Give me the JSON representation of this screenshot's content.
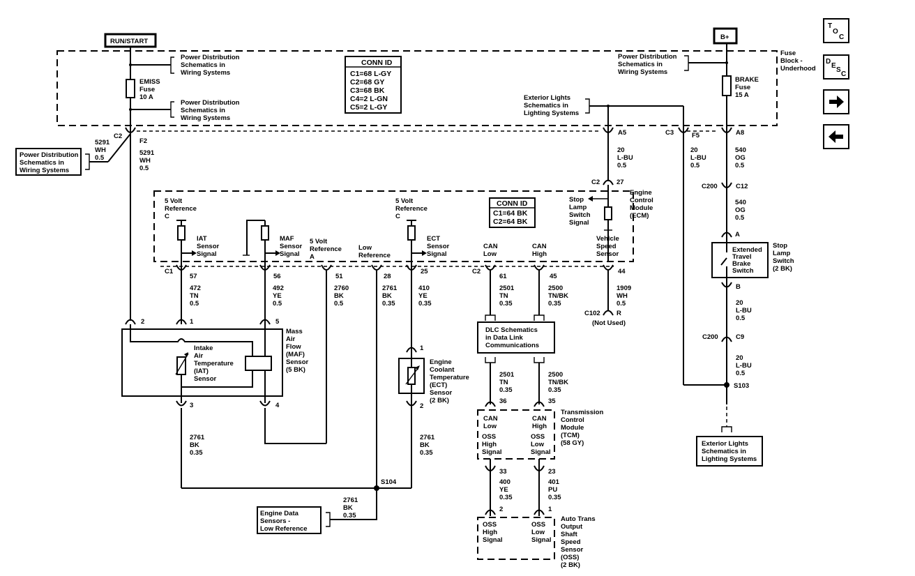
{
  "power_sources": {
    "run_start": "RUN/START",
    "b_plus": "B+"
  },
  "fuse_block": {
    "label": [
      "Fuse",
      "Block -",
      "Underhood"
    ],
    "emiss_fuse": [
      "EMISS",
      "Fuse",
      "10 A"
    ],
    "brake_fuse": [
      "BRAKE",
      "Fuse",
      "15 A"
    ],
    "pd_ref_1": [
      "Power Distribution",
      "Schematics in",
      "Wiring Systems"
    ],
    "pd_ref_2": [
      "Power Distribution",
      "Schematics in",
      "Wiring Systems"
    ],
    "pd_ref_3": [
      "Power Distribution",
      "Schematics in",
      "Wiring Systems"
    ],
    "ext_lights_ref": [
      "Exterior Lights",
      "Schematics in",
      "Lighting Systems"
    ],
    "conn_id": {
      "title": "CONN ID",
      "rows": [
        "C1=68 L-GY",
        "C2=68 GY",
        "C3=68 BK",
        "C4=2 L-GN",
        "C5=2 L-GY"
      ]
    }
  },
  "left_branch": {
    "c2": "C2",
    "f2": "F2",
    "wire_left": [
      "5291",
      "WH",
      "0.5"
    ],
    "wire_main": [
      "5291",
      "WH",
      "0.5"
    ],
    "pd_box": [
      "Power Distribution",
      "Schematics in",
      "Wiring Systems"
    ]
  },
  "right_wires": {
    "a5": "A5",
    "c3": "C3",
    "f5": "F5",
    "a8": "A8",
    "wire_a5": [
      "20",
      "L-BU",
      "0.5"
    ],
    "wire_f5": [
      "20",
      "L-BU",
      "0.5"
    ],
    "wire_a8": [
      "540",
      "OG",
      "0.5"
    ],
    "c2_27": [
      "C2",
      "27"
    ],
    "c200_c12": [
      "C200",
      "C12"
    ],
    "wire_c12": [
      "540",
      "OG",
      "0.5"
    ]
  },
  "ecm": {
    "label": [
      "Engine",
      "Control",
      "Module",
      "(ECM)"
    ],
    "conn_id": {
      "title": "CONN ID",
      "rows": [
        "C1=64 BK",
        "C2=64 BK"
      ]
    },
    "five_volt_ref_c_1": [
      "5 Volt",
      "Reference",
      "C"
    ],
    "five_volt_ref_c_2": [
      "5 Volt",
      "Reference",
      "C"
    ],
    "five_volt_ref_a": [
      "5 Volt",
      "Reference",
      "A"
    ],
    "low_reference": [
      "Low",
      "Reference"
    ],
    "iat_signal": [
      "IAT",
      "Sensor",
      "Signal"
    ],
    "maf_signal": [
      "MAF",
      "Sensor",
      "Signal"
    ],
    "ect_signal": [
      "ECT",
      "Sensor",
      "Signal"
    ],
    "can_low": [
      "CAN",
      "Low"
    ],
    "can_high": [
      "CAN",
      "High"
    ],
    "stop_lamp_signal": [
      "Stop",
      "Lamp",
      "Switch",
      "Signal"
    ],
    "vss": [
      "Vehicle",
      "Speed",
      "Sensor"
    ]
  },
  "ecm_pins": {
    "c1": "C1",
    "c2": "C2",
    "p57": "57",
    "p56": "56",
    "p51": "51",
    "p28": "28",
    "p25": "25",
    "p61": "61",
    "p45": "45",
    "p44": "44",
    "w57": [
      "472",
      "TN",
      "0.5"
    ],
    "w56": [
      "492",
      "YE",
      "0.5"
    ],
    "w51": [
      "2760",
      "BK",
      "0.5"
    ],
    "w28": [
      "2761",
      "BK",
      "0.35"
    ],
    "w25": [
      "410",
      "YE",
      "0.35"
    ],
    "w61": [
      "2501",
      "TN",
      "0.35"
    ],
    "w45": [
      "2500",
      "TN/BK",
      "0.35"
    ],
    "w44": [
      "1909",
      "WH",
      "0.5"
    ],
    "c102": "C102",
    "r": "R",
    "not_used": "(Not Used)"
  },
  "maf_sensor": {
    "label": [
      "Mass",
      "Air",
      "Flow",
      "(MAF)",
      "Sensor",
      "(5 BK)"
    ],
    "iat_label": [
      "Intake",
      "Air",
      "Temperature",
      "(IAT)",
      "Sensor"
    ],
    "pins": [
      "2",
      "1",
      "5",
      "3",
      "4"
    ],
    "w3": [
      "2761",
      "BK",
      "0.35"
    ]
  },
  "ect_sensor": {
    "label": [
      "Engine",
      "Coolant",
      "Temperature",
      "(ECT)",
      "Sensor",
      "(2 BK)"
    ],
    "pins": [
      "1",
      "2"
    ],
    "w2": [
      "2761",
      "BK",
      "0.35"
    ]
  },
  "splice_s104": {
    "label": "S104",
    "wire": [
      "2761",
      "BK",
      "0.35"
    ],
    "ref_box": [
      "Engine Data",
      "Sensors -",
      "Low Reference"
    ]
  },
  "dlc": {
    "box": [
      "DLC Schematics",
      "in Data Link",
      "Communications"
    ],
    "w_low": [
      "2501",
      "TN",
      "0.35"
    ],
    "w_high": [
      "2500",
      "TN/BK",
      "0.35"
    ]
  },
  "tcm": {
    "label": [
      "Transmission",
      "Control",
      "Module",
      "(TCM)",
      "(58 GY)"
    ],
    "p36": "36",
    "p35": "35",
    "p33": "33",
    "p23": "23",
    "can_low": [
      "CAN",
      "Low"
    ],
    "can_high": [
      "CAN",
      "High"
    ],
    "oss_high": [
      "OSS",
      "High",
      "Signal"
    ],
    "oss_low": [
      "OSS",
      "Low",
      "Signal"
    ],
    "w33": [
      "400",
      "YE",
      "0.35"
    ],
    "w23": [
      "401",
      "PU",
      "0.35"
    ]
  },
  "oss_sensor": {
    "label": [
      "Auto Trans",
      "Output",
      "Shaft",
      "Speed",
      "Sensor",
      "(OSS)",
      "(2 BK)"
    ],
    "p2": "2",
    "p1": "1",
    "oss_high": [
      "OSS",
      "High",
      "Signal"
    ],
    "oss_low": [
      "OSS",
      "Low",
      "Signal"
    ]
  },
  "stop_lamp_switch": {
    "pin_a": "A",
    "pin_b": "B",
    "inner": [
      "Extended",
      "Travel",
      "Brake",
      "Switch"
    ],
    "label": [
      "Stop",
      "Lamp",
      "Switch",
      "(2 BK)"
    ],
    "w_b": [
      "20",
      "L-BU",
      "0.5"
    ],
    "c200_c9": [
      "C200",
      "C9"
    ],
    "w_c9": [
      "20",
      "L-BU",
      "0.5"
    ],
    "s103": "S103",
    "ext_lights_box": [
      "Exterior Lights",
      "Schematics in",
      "Lighting Systems"
    ]
  },
  "nav": {
    "toc": {
      "top": "T",
      "mid": "O",
      "bot": "C"
    },
    "desc": {
      "a": "D",
      "b": "E",
      "c": "S",
      "d": "C"
    },
    "next": "next-arrow",
    "prev": "prev-arrow"
  }
}
